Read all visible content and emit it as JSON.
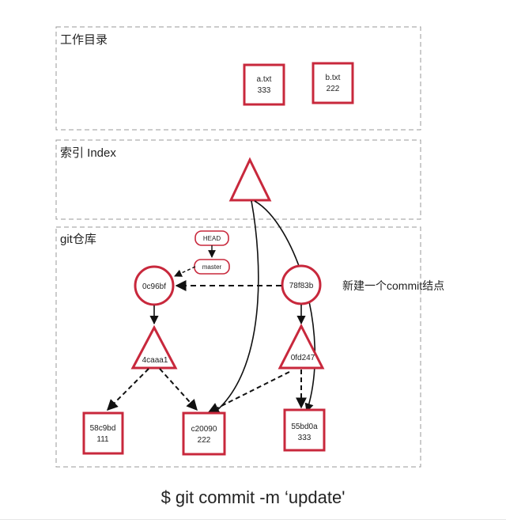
{
  "regions": {
    "working_dir": "工作目录",
    "index": "索引 Index",
    "repo": "git仓库"
  },
  "working_files": [
    {
      "name": "a.txt",
      "content": "333"
    },
    {
      "name": "b.txt",
      "content": "222"
    }
  ],
  "refs": {
    "head": "HEAD",
    "master": "master"
  },
  "commits": {
    "old": "0c96bf",
    "new": "78f83b"
  },
  "trees": {
    "old": "4caaa1",
    "new": "0fd247"
  },
  "blobs": [
    {
      "hash": "58c9bd",
      "content": "111"
    },
    {
      "hash": "c20090",
      "content": "222"
    },
    {
      "hash": "55bd0a",
      "content": "333"
    }
  ],
  "annotation": "新建一个commit结点",
  "command": "$ git commit -m ‘update'",
  "colors": {
    "accent": "#c8283c",
    "border": "#9a9a9a",
    "line": "#111111"
  }
}
